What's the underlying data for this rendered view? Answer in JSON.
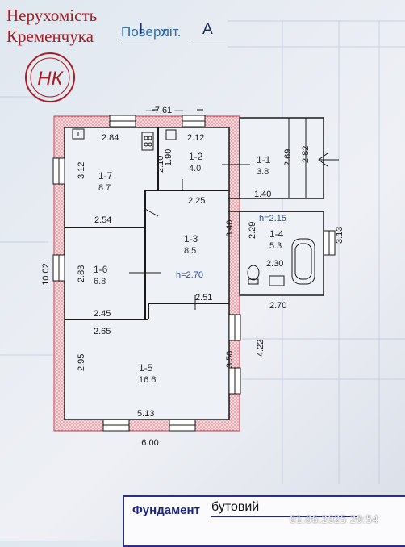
{
  "agency": {
    "line1": "Нерухомість",
    "line2": "Кременчука",
    "logo_letters": "НК"
  },
  "header": {
    "floor_label": "Поверх",
    "floor_value": "I",
    "lit_label": "літ.",
    "lit_value": "А"
  },
  "plan": {
    "overall_width": "7.61",
    "overall_height": "10.02",
    "bottom_width": "6.00",
    "rooms": [
      {
        "id": "1-1",
        "area": "3.8"
      },
      {
        "id": "1-2",
        "area": "4.0"
      },
      {
        "id": "1-3",
        "area": "8.5"
      },
      {
        "id": "1-4",
        "area": "5.3"
      },
      {
        "id": "1-5",
        "area": "16.6"
      },
      {
        "id": "1-6",
        "area": "6.8"
      },
      {
        "id": "1-7",
        "area": "8.7"
      }
    ],
    "ceiling_main": "h=2.70",
    "ceiling_bath": "h=2.15",
    "dims": {
      "d284": "2.84",
      "d212": "2.12",
      "d312": "3.12",
      "d210": "2.10",
      "d190": "1.90",
      "d269": "2.69",
      "d282": "2.82",
      "d225": "2.25",
      "d140": "1.40",
      "d254": "2.54",
      "d340": "3.40",
      "d229": "2.29",
      "d313": "3.13",
      "d283": "2.83",
      "d230": "2.30",
      "d251": "2.51",
      "d270": "2.70",
      "d245": "2.45",
      "d265": "2.65",
      "d350": "3.50",
      "d422": "4.22",
      "d295": "2.95",
      "d513": "5.13"
    }
  },
  "footer": {
    "foundation_label": "Фундамент",
    "foundation_value": "бутовий"
  },
  "timestamp": "01.06.2025  20:54",
  "colors": {
    "brand_red": "#a61e24",
    "plan_ink": "#1a1a1a",
    "hatch_red": "#cc3a48",
    "form_blue": "#2a2f8a"
  }
}
